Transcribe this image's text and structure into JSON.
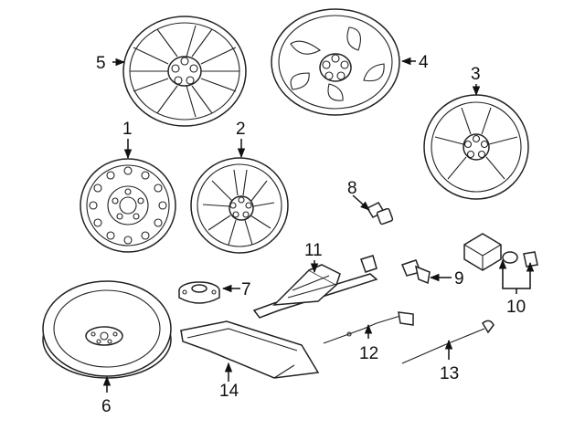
{
  "callouts": [
    {
      "id": "1",
      "text": "1"
    },
    {
      "id": "2",
      "text": "2"
    },
    {
      "id": "3",
      "text": "3"
    },
    {
      "id": "4",
      "text": "4"
    },
    {
      "id": "5",
      "text": "5"
    },
    {
      "id": "6",
      "text": "6"
    },
    {
      "id": "7",
      "text": "7"
    },
    {
      "id": "8",
      "text": "8"
    },
    {
      "id": "9",
      "text": "9"
    },
    {
      "id": "10",
      "text": "10"
    },
    {
      "id": "11",
      "text": "11"
    },
    {
      "id": "12",
      "text": "12"
    },
    {
      "id": "13",
      "text": "13"
    },
    {
      "id": "14",
      "text": "14"
    }
  ],
  "colors": {
    "line": "#111111",
    "background": "#ffffff"
  }
}
